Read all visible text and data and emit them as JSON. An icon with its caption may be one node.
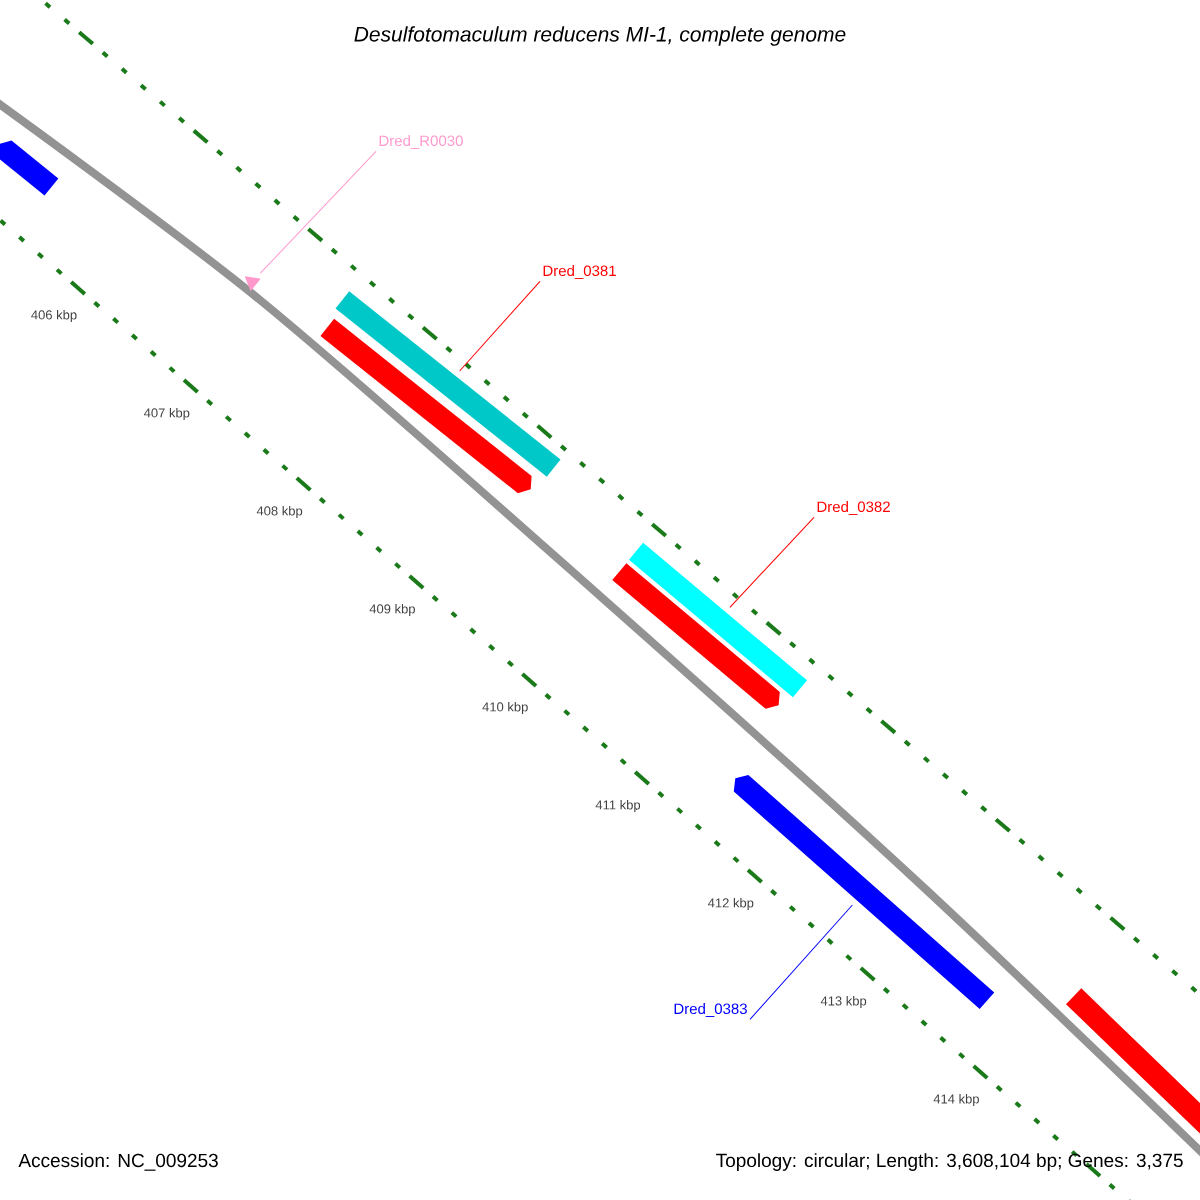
{
  "diagram": {
    "title": "Desulfotomaculum reducens MI-1, complete genome",
    "nodes": [
      {
        "text": [
          "Dred_R0030"
        ]
      },
      {
        "text": [
          "Dred_0381"
        ]
      },
      {
        "text": [
          "Dred_0382"
        ]
      },
      {
        "text": [
          "Dred_0383"
        ]
      },
      {
        "text": [],
        "shape": "arrow"
      },
      {
        "text": [],
        "shape": "triangle"
      },
      {
        "text": [],
        "shape": "arrow"
      },
      {
        "text": [],
        "shape": "bar"
      },
      {
        "text": [],
        "shape": "arrow"
      },
      {
        "text": [],
        "shape": "bar"
      },
      {
        "text": [],
        "shape": "arrow"
      },
      {
        "text": [],
        "shape": "arrow"
      }
    ],
    "edges": [
      {
        "from": 0,
        "to": 5,
        "arrow": "none",
        "color": "#ff99cc"
      },
      {
        "from": 1,
        "to": 7,
        "arrow": "none",
        "color": "#ff0000"
      },
      {
        "from": 2,
        "to": 9,
        "arrow": "none",
        "color": "#ff0000"
      },
      {
        "from": 3,
        "to": 10,
        "arrow": "none",
        "color": "#0000ff"
      }
    ],
    "labels": [
      "406 kbp",
      "407 kbp",
      "408 kbp",
      "409 kbp",
      "410 kbp",
      "411 kbp",
      "412 kbp",
      "413 kbp",
      "414 kbp",
      "Accession: NC_009253",
      "Topology: circular; Length: 3,608,104 bp; Genes: 3,375"
    ]
  }
}
